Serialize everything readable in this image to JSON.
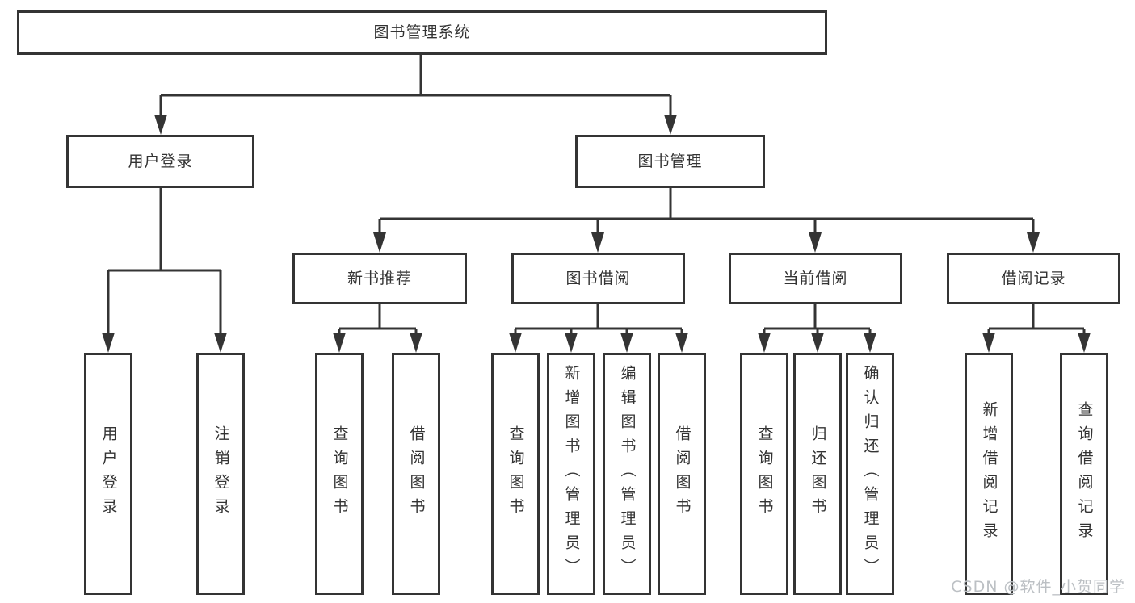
{
  "diagram": {
    "type": "hierarchy-tree",
    "title": "图书管理系统",
    "colors": {
      "line": "#343434",
      "box_border": "#343434",
      "text": "#333333",
      "background": "#ffffff",
      "watermark": "#bcc0c4"
    }
  },
  "tree": {
    "label": "图书管理系统",
    "children": [
      {
        "label": "用户登录",
        "children": [
          {
            "label": "用户登录"
          },
          {
            "label": "注销登录"
          }
        ]
      },
      {
        "label": "图书管理",
        "children": [
          {
            "label": "新书推荐",
            "children": [
              {
                "label": "查询图书"
              },
              {
                "label": "借阅图书"
              }
            ]
          },
          {
            "label": "图书借阅",
            "children": [
              {
                "label": "查询图书"
              },
              {
                "label": "新增图书（管理员）"
              },
              {
                "label": "编辑图书（管理员）"
              },
              {
                "label": "借阅图书"
              }
            ]
          },
          {
            "label": "当前借阅",
            "children": [
              {
                "label": "查询图书"
              },
              {
                "label": "归还图书"
              },
              {
                "label": "确认归还（管理员）"
              }
            ]
          },
          {
            "label": "借阅记录",
            "children": [
              {
                "label": "新增借阅记录"
              },
              {
                "label": "查询借阅记录"
              }
            ]
          }
        ]
      }
    ]
  },
  "watermark": {
    "text": "CSDN @软件_小贺同学"
  }
}
